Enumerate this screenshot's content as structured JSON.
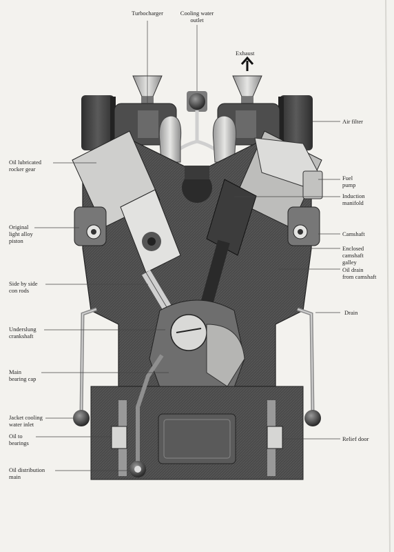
{
  "labels": {
    "turbocharger": "Turbocharger",
    "cooling_water_outlet": "Cooling water\noutlet",
    "exhaust": "Exhaust",
    "air_filter": "Air filter",
    "oil_lubricated_rocker_gear": "Oil lubricated\nrocker gear",
    "fuel_pump": "Fuel\npump",
    "induction_manifold": "Induction\nmanifold",
    "original_light_alloy_piston": "Original\nlight alloy\npiston",
    "camshaft": "Camshaft",
    "enclosed_camshaft_galley": "Enclosed\ncamshaft\ngalley",
    "oil_drain_from_camshaft": "Oil drain\nfrom camshaft",
    "side_by_side_con_rods": "Side by side\ncon rods",
    "drain": "Drain",
    "underslung_crankshaft": "Underslung\ncrankshaft",
    "main_bearing_cap": "Main\nbearing cap",
    "jacket_cooling_water_inlet": "Jacket cooling\nwater inlet",
    "oil_to_bearings": "Oil to\nbearings",
    "relief_door": "Relief door",
    "oil_distribution_main": "Oil distribution\nmain"
  },
  "colors": {
    "paper": "#f3f2ee",
    "metal_dark": "#3a3a3a",
    "metal_mid": "#6b6b6b",
    "metal_light": "#b8b8b8",
    "highlight": "#e8e8e6",
    "leader": "#444444"
  }
}
